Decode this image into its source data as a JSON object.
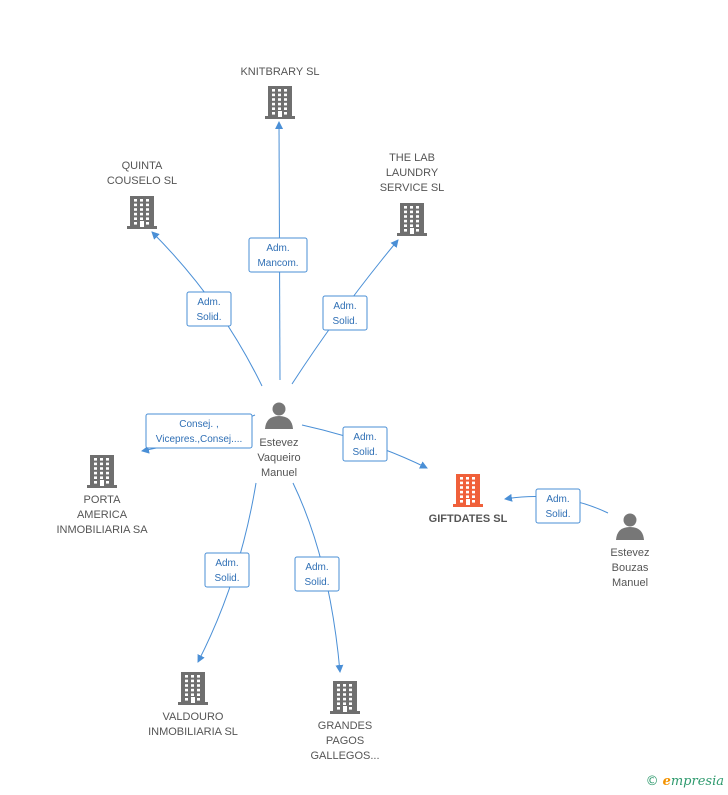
{
  "colors": {
    "company": "#6f6f6f",
    "focus": "#f0603a",
    "person": "#777777",
    "edge": "#4a8fd6",
    "edge_text": "#2f6fb5"
  },
  "nodes": [
    {
      "id": "knitbrary",
      "type": "company",
      "icon": "building-icon",
      "lines": [
        "KNITBRARY SL"
      ]
    },
    {
      "id": "quinta",
      "type": "company",
      "icon": "building-icon",
      "lines": [
        "QUINTA",
        "COUSELO SL"
      ]
    },
    {
      "id": "thelab",
      "type": "company",
      "icon": "building-icon",
      "lines": [
        "THE LAB",
        "LAUNDRY",
        "SERVICE  SL"
      ]
    },
    {
      "id": "porta",
      "type": "company",
      "icon": "building-icon",
      "lines": [
        "PORTA",
        "AMERICA",
        "INMOBILIARIA SA"
      ]
    },
    {
      "id": "giftdates",
      "type": "focus",
      "icon": "building-icon",
      "lines": [
        "GIFTDATES SL"
      ]
    },
    {
      "id": "valdouro",
      "type": "company",
      "icon": "building-icon",
      "lines": [
        "VALDOURO",
        "INMOBILIARIA SL"
      ]
    },
    {
      "id": "grandes",
      "type": "company",
      "icon": "building-icon",
      "lines": [
        "GRANDES",
        "PAGOS",
        "GALLEGOS..."
      ]
    },
    {
      "id": "evm",
      "type": "person",
      "icon": "person-icon",
      "lines": [
        "Estevez",
        "Vaqueiro",
        "Manuel"
      ]
    },
    {
      "id": "ebm",
      "type": "person",
      "icon": "person-icon",
      "lines": [
        "Estevez",
        "Bouzas",
        "Manuel"
      ]
    }
  ],
  "edges": [
    {
      "id": "e-knitbrary",
      "lines": [
        "Adm.",
        "Mancom."
      ]
    },
    {
      "id": "e-quinta",
      "lines": [
        "Adm.",
        "Solid."
      ]
    },
    {
      "id": "e-thelab",
      "lines": [
        "Adm.",
        "Solid."
      ]
    },
    {
      "id": "e-porta",
      "lines": [
        "Consej. ,",
        "Vicepres.,Consej...."
      ]
    },
    {
      "id": "e-giftdates",
      "lines": [
        "Adm.",
        "Solid."
      ]
    },
    {
      "id": "e-valdouro",
      "lines": [
        "Adm.",
        "Solid."
      ]
    },
    {
      "id": "e-grandes",
      "lines": [
        "Adm.",
        "Solid."
      ]
    },
    {
      "id": "e-ebm",
      "lines": [
        "Adm.",
        "Solid."
      ]
    }
  ],
  "brand": {
    "copyright": "©",
    "initial": "e",
    "rest": "mpresia"
  }
}
